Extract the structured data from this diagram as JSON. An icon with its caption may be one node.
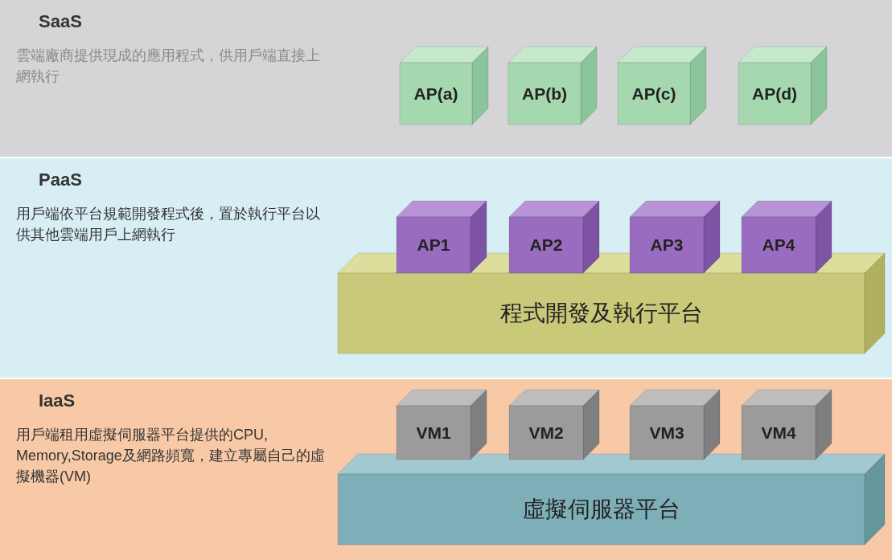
{
  "diagram": {
    "nodes": [
      {
        "text": [
          "SaaS",
          "雲端廠商提供現成的應用程式，供用戶端直接上網執行"
        ]
      },
      {
        "text": [
          "AP(a)"
        ],
        "in": 0
      },
      {
        "text": [
          "AP(b)"
        ],
        "in": 0
      },
      {
        "text": [
          "AP(c)"
        ],
        "in": 0
      },
      {
        "text": [
          "AP(d)"
        ],
        "in": 0
      },
      {
        "text": [
          "PaaS",
          "用戶端依平台規範開發程式後，置於執行平台以供其他雲端用戶上網執行"
        ]
      },
      {
        "text": [
          "AP1"
        ],
        "in": 5
      },
      {
        "text": [
          "AP2"
        ],
        "in": 5
      },
      {
        "text": [
          "AP3"
        ],
        "in": 5
      },
      {
        "text": [
          "AP4"
        ],
        "in": 5
      },
      {
        "text": [
          "程式開發及執行平台"
        ],
        "in": 5
      },
      {
        "text": [
          "IaaS",
          "用戶端租用虛擬伺服器平台提供的CPU, Memory,Storage及網路頻寬，建立專屬自己的虛擬機器(VM)"
        ]
      },
      {
        "text": [
          "VM1"
        ],
        "in": 11
      },
      {
        "text": [
          "VM2"
        ],
        "in": 11
      },
      {
        "text": [
          "VM3"
        ],
        "in": 11
      },
      {
        "text": [
          "VM4"
        ],
        "in": 11
      },
      {
        "text": [
          "虛擬伺服器平台"
        ],
        "in": 11
      }
    ],
    "edges": []
  }
}
